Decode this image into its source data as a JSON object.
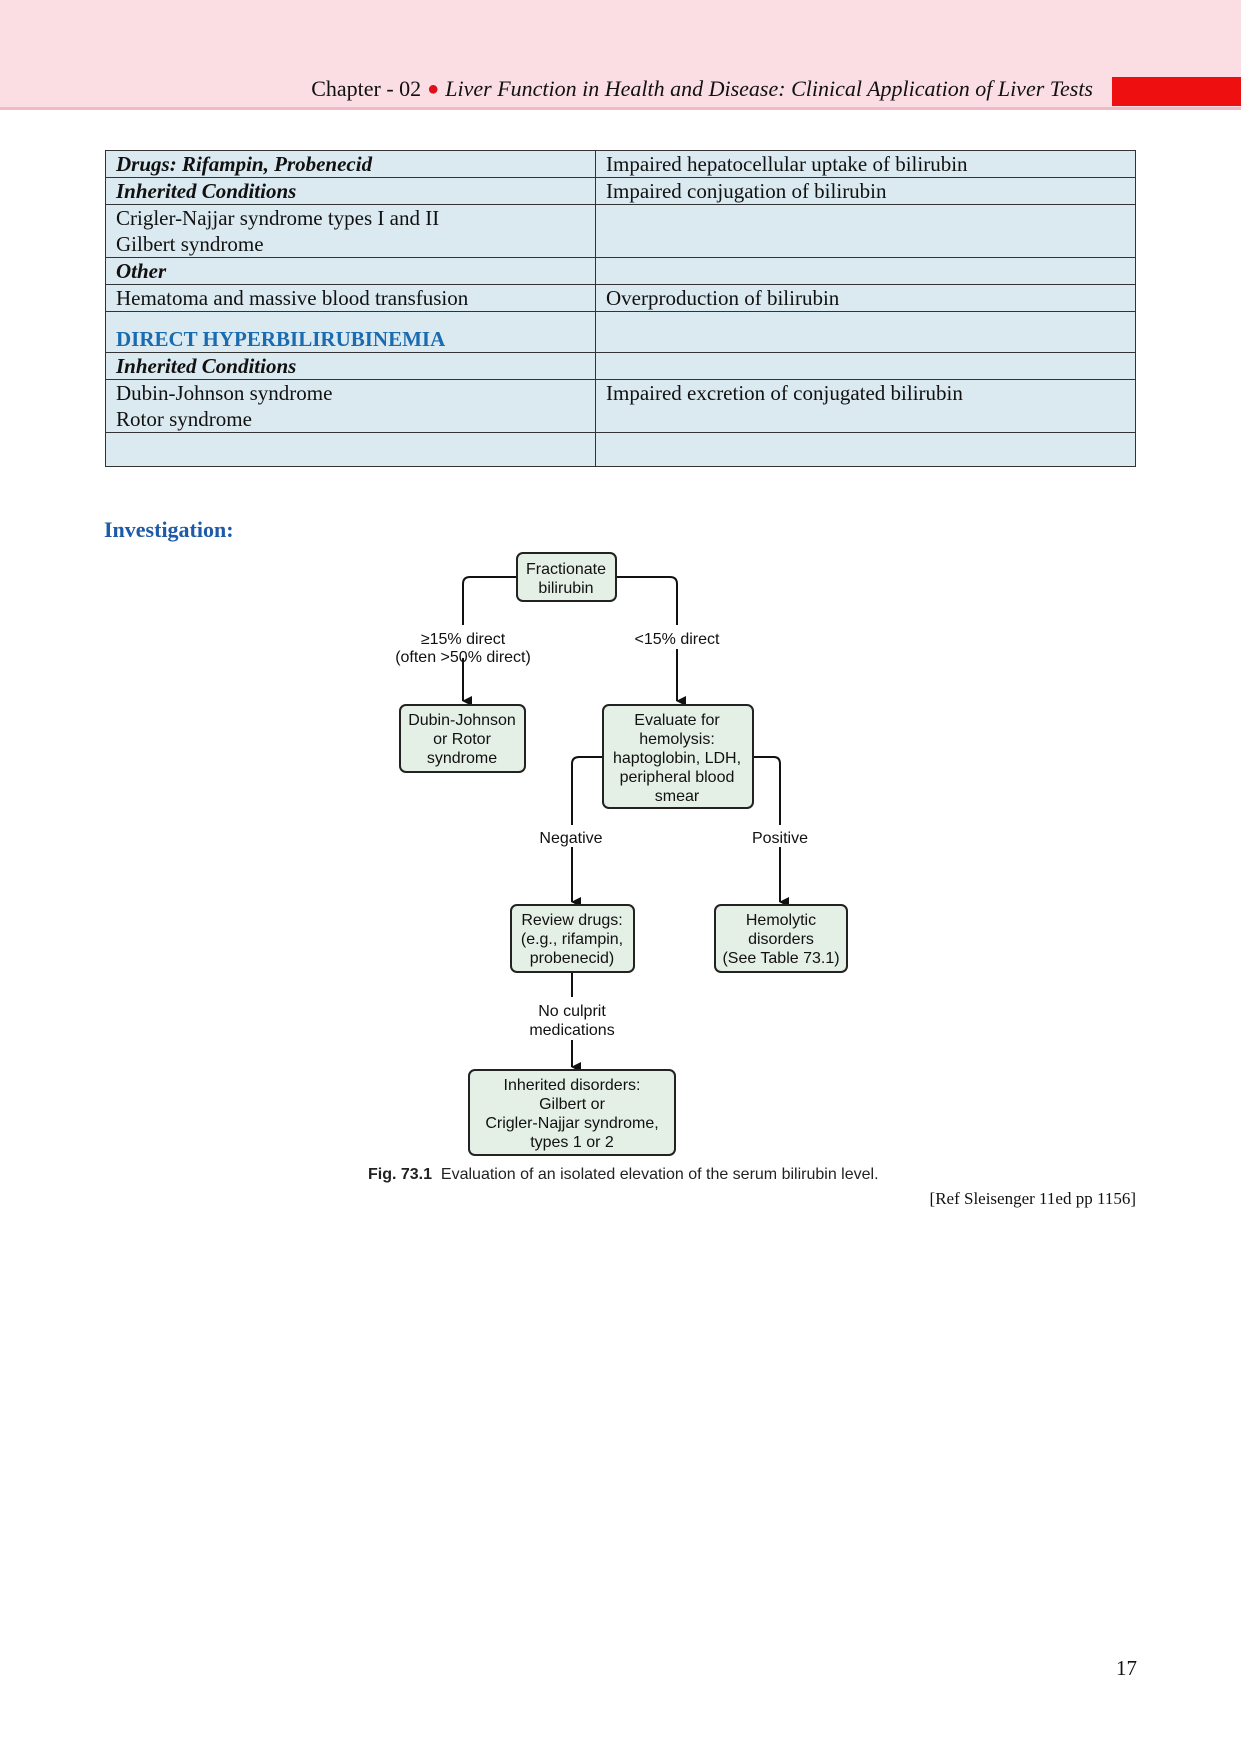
{
  "header": {
    "chapter": "Chapter - 02",
    "title": "Liver Function in Health and Disease: Clinical Application of Liver Tests"
  },
  "table": {
    "rows": [
      {
        "left": "Drugs: Rifampin, Probenecid",
        "left_style": "bold-italic",
        "right": "Impaired hepatocellular uptake of bilirubin"
      },
      {
        "left": "Inherited Conditions",
        "left_style": "bold-italic",
        "right": "Impaired conjugation of bilirubin"
      },
      {
        "left_lines": [
          "Crigler-Najjar syndrome types I and II",
          "Gilbert syndrome"
        ],
        "right": ""
      },
      {
        "left": "Other",
        "left_style": "bold-italic",
        "right": ""
      },
      {
        "left": "Hematoma and massive blood transfusion",
        "right": "Overproduction of bilirubin"
      },
      {
        "left": "DIRECT HYPERBILIRUBINEMIA",
        "left_style": "section",
        "right": ""
      },
      {
        "left": "Inherited Conditions",
        "left_style": "bold-italic",
        "right": ""
      },
      {
        "left_lines": [
          "Dubin-Johnson syndrome",
          "Rotor syndrome"
        ],
        "right": "Impaired excretion of conjugated bilirubin"
      },
      {
        "left": "",
        "right": ""
      }
    ]
  },
  "investigation_heading": "Investigation:",
  "flowchart": {
    "nodes": {
      "fractionate": [
        "Fractionate",
        "bilirubin"
      ],
      "dubin": [
        "Dubin-Johnson",
        "or Rotor",
        "syndrome"
      ],
      "evaluate": [
        "Evaluate for",
        "hemolysis:",
        "haptoglobin, LDH,",
        "peripheral blood",
        "smear"
      ],
      "review": [
        "Review drugs:",
        "(e.g., rifampin,",
        "probenecid)"
      ],
      "hemolytic": [
        "Hemolytic",
        "disorders",
        "(See Table 73.1)"
      ],
      "inherited": [
        "Inherited disorders:",
        "Gilbert or",
        "Crigler-Najjar syndrome,",
        "types 1 or 2"
      ]
    },
    "edge_labels": {
      "ge15": [
        "≥15% direct",
        "(often >50% direct)"
      ],
      "lt15": "<15% direct",
      "negative": "Negative",
      "positive": "Positive",
      "no_culprit": [
        "No culprit",
        "medications"
      ]
    },
    "colors": {
      "box_fill": "#e4efe6",
      "box_stroke": "#222222"
    }
  },
  "caption": {
    "label": "Fig. 73.1",
    "text": "Evaluation of an isolated elevation of the serum bilirubin level."
  },
  "reference": "[Ref Sleisenger 11ed pp 1156]",
  "page_number": "17",
  "colors": {
    "header_band": "#fbdde4",
    "red_tab": "#ee1010",
    "table_bg": "#dbe9f0",
    "section_blue": "#1a6bb0",
    "heading_blue": "#1f5aa6"
  }
}
